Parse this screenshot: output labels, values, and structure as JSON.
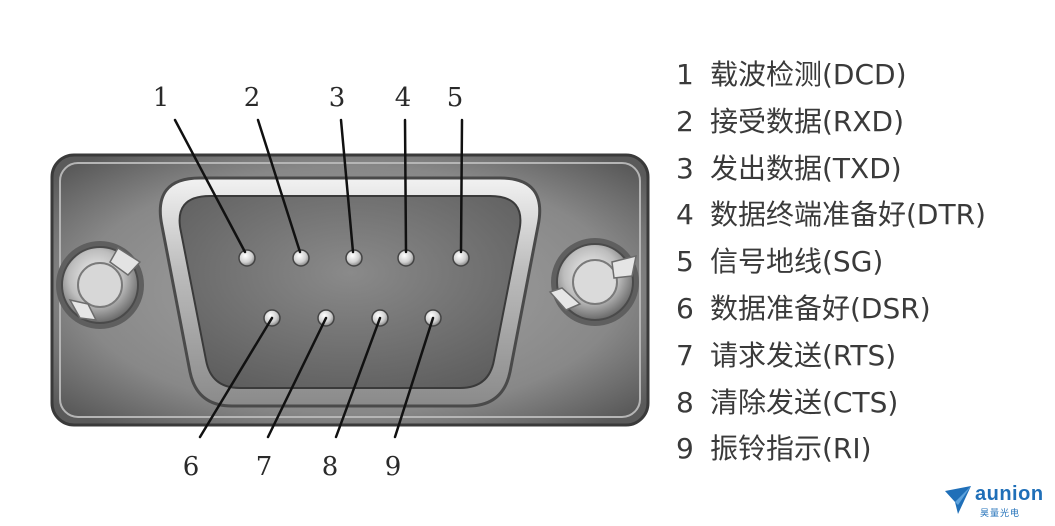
{
  "pin_numbers": {
    "top": [
      "1",
      "2",
      "3",
      "4",
      "5"
    ],
    "bottom": [
      "6",
      "7",
      "8",
      "9"
    ]
  },
  "legend": [
    {
      "num": "1",
      "label": "载波检测(DCD)"
    },
    {
      "num": "2",
      "label": "接受数据(RXD)"
    },
    {
      "num": "3",
      "label": "发出数据(TXD)"
    },
    {
      "num": "4",
      "label": "数据终端准备好(DTR)"
    },
    {
      "num": "5",
      "label": "信号地线(SG)"
    },
    {
      "num": "6",
      "label": "数据准备好(DSR)"
    },
    {
      "num": "7",
      "label": "请求发送(RTS)"
    },
    {
      "num": "8",
      "label": "清除发送(CTS)"
    },
    {
      "num": "9",
      "label": "振铃指示(RI)"
    }
  ],
  "logo": {
    "word": "aunion",
    "sub": "昊量光电",
    "color": "#1f6fb8"
  }
}
